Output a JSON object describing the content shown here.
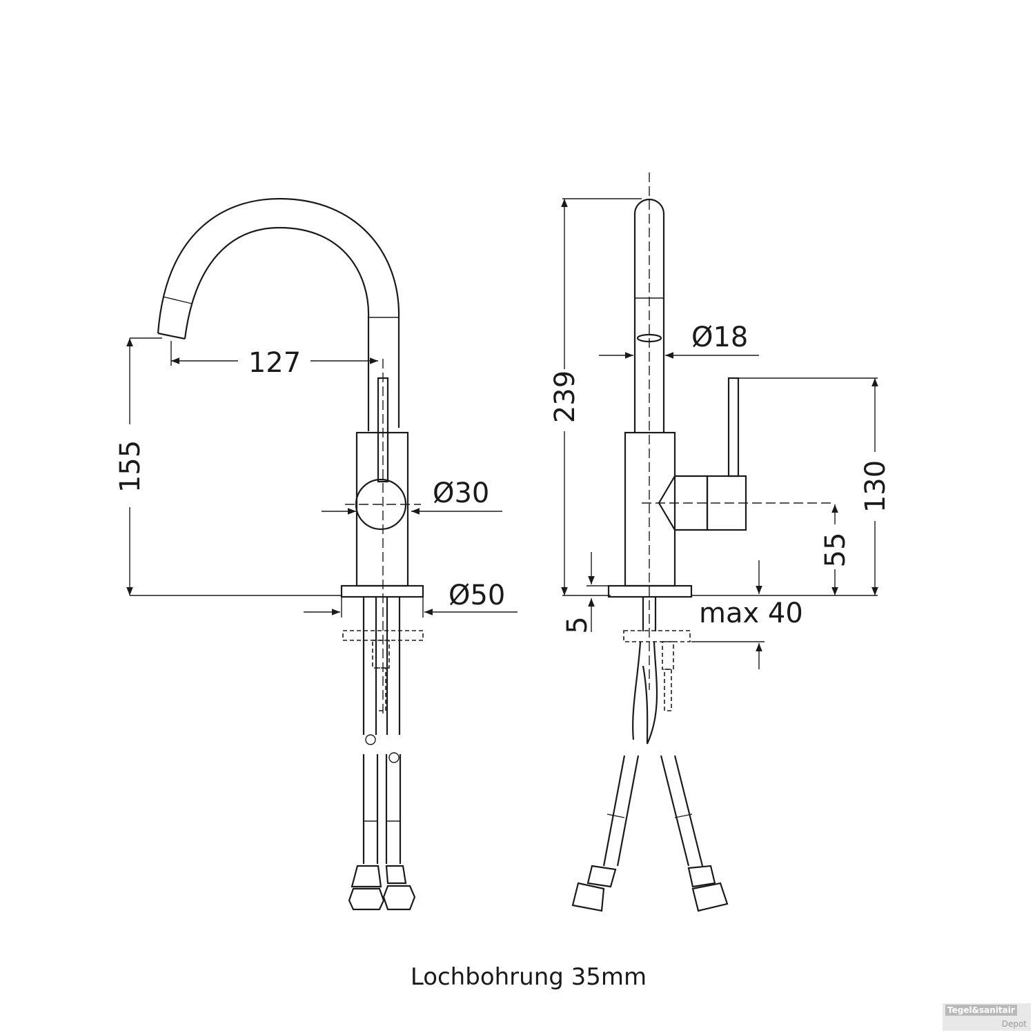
{
  "dimensions": {
    "spout_reach": "127",
    "spout_height": "155",
    "handle_diameter": "Ø30",
    "base_diameter": "Ø50",
    "total_height": "239",
    "spout_diameter": "Ø18",
    "handle_height": "130",
    "handle_axis": "55",
    "base_thickness": "5",
    "max_counter": "max 40"
  },
  "caption": "Lochbohrung 35mm",
  "watermark": {
    "top": "Tegel&sanitair",
    "bottom": "Depot"
  },
  "colors": {
    "line": "#1a1a1a",
    "background": "#ffffff"
  }
}
